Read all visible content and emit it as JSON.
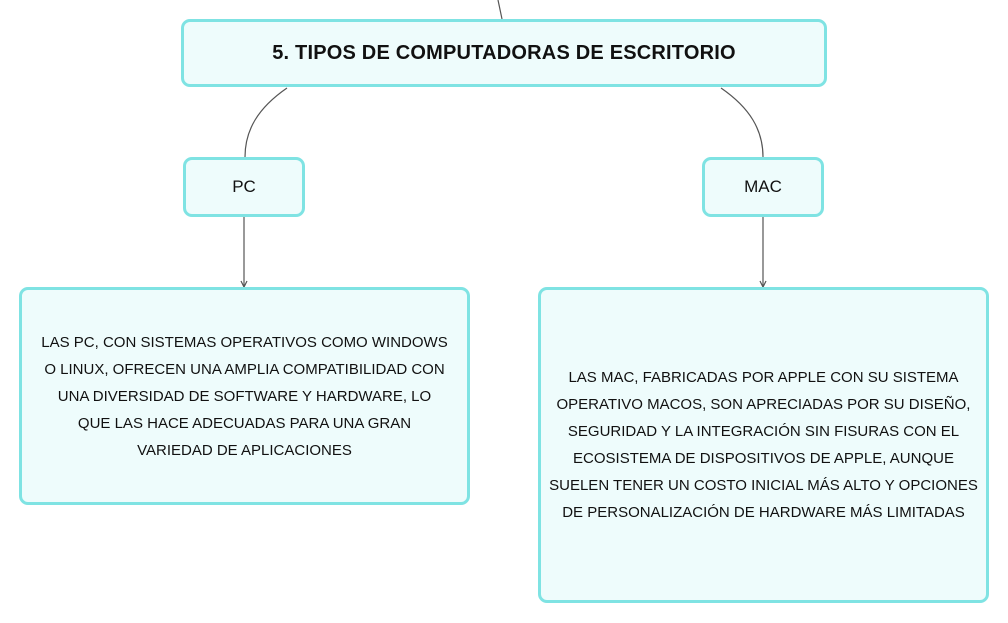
{
  "title": "5. TIPOS DE COMPUTADORAS DE ESCRITORIO",
  "branches": [
    {
      "label": "PC",
      "description": "LAS PC, CON SISTEMAS OPERATIVOS COMO WINDOWS O LINUX, OFRECEN UNA AMPLIA COMPATIBILIDAD CON UNA DIVERSIDAD DE SOFTWARE Y HARDWARE, LO QUE LAS HACE ADECUADAS PARA UNA GRAN VARIEDAD DE APLICACIONES"
    },
    {
      "label": "MAC",
      "description": "LAS MAC, FABRICADAS POR APPLE CON SU SISTEMA OPERATIVO MACOS, SON APRECIADAS POR SU DISEÑO, SEGURIDAD Y LA INTEGRACIÓN SIN FISURAS CON EL ECOSISTEMA DE DISPOSITIVOS DE APPLE, AUNQUE SUELEN TENER UN COSTO INICIAL MÁS ALTO Y OPCIONES DE PERSONALIZACIÓN DE HARDWARE MÁS LIMITADAS"
    }
  ],
  "colors": {
    "node_border": "#7fe3e3",
    "node_fill": "#eefcfc",
    "connector": "#555555"
  }
}
